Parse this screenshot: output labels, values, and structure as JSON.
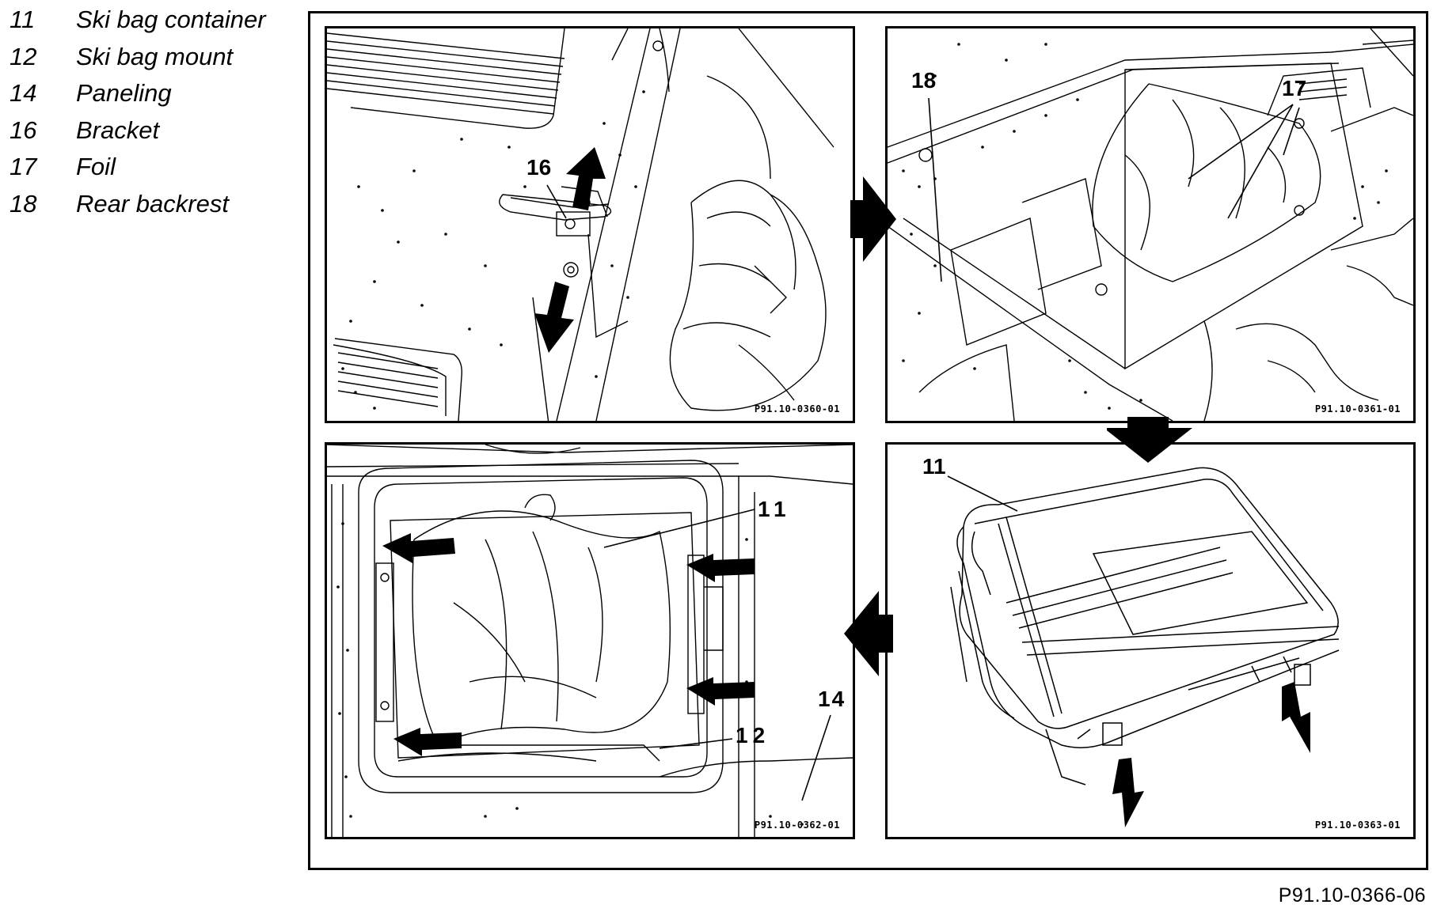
{
  "legend": [
    {
      "num": "11",
      "text": "Ski bag container"
    },
    {
      "num": "12",
      "text": "Ski bag mount"
    },
    {
      "num": "14",
      "text": "Paneling"
    },
    {
      "num": "16",
      "text": "Bracket"
    },
    {
      "num": "17",
      "text": "Foil"
    },
    {
      "num": "18",
      "text": "Rear backrest"
    }
  ],
  "panels": {
    "top_left": {
      "code": "P91.10-0360-01",
      "callout": "16"
    },
    "top_right": {
      "code": "P91.10-0361-01",
      "callouts": [
        "18",
        "17"
      ]
    },
    "bottom_left": {
      "code": "P91.10-0362-01",
      "callouts": [
        "11",
        "12",
        "14"
      ]
    },
    "bottom_right": {
      "code": "P91.10-0363-01",
      "callout": "11"
    }
  },
  "figure_code": "P91.10-0366-06"
}
